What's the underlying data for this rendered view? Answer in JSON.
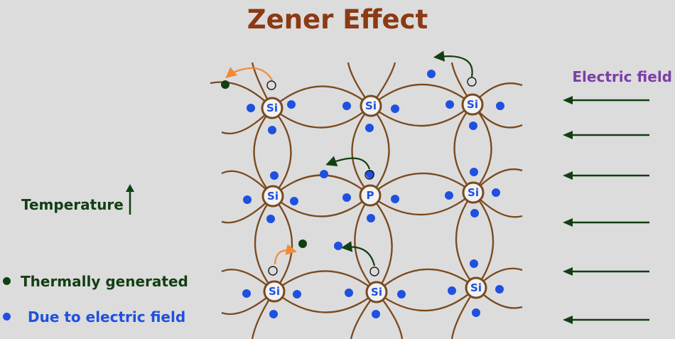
{
  "title": "Zener Effect",
  "electric_field_label": "Electric field",
  "temperature_label": "Temperature",
  "legend": {
    "thermal": "Thermally generated",
    "field": "Due to electric field"
  },
  "atoms": [
    [
      "Si",
      "Si",
      "Si"
    ],
    [
      "Si",
      "P",
      "Si"
    ],
    [
      "Si",
      "Si",
      "Si"
    ]
  ],
  "colors": {
    "title": "#8b3a14",
    "bond": "#7a4a1e",
    "electron": "#1f50e0",
    "thermal_electron": "#123f12",
    "arrow_field": "#123f12",
    "arrow_thermal": "#f08a3a",
    "electric_field_text": "#7b3fa8"
  },
  "icons": [
    "up-arrow-icon",
    "left-arrow-icon",
    "curved-arrow-icon"
  ]
}
